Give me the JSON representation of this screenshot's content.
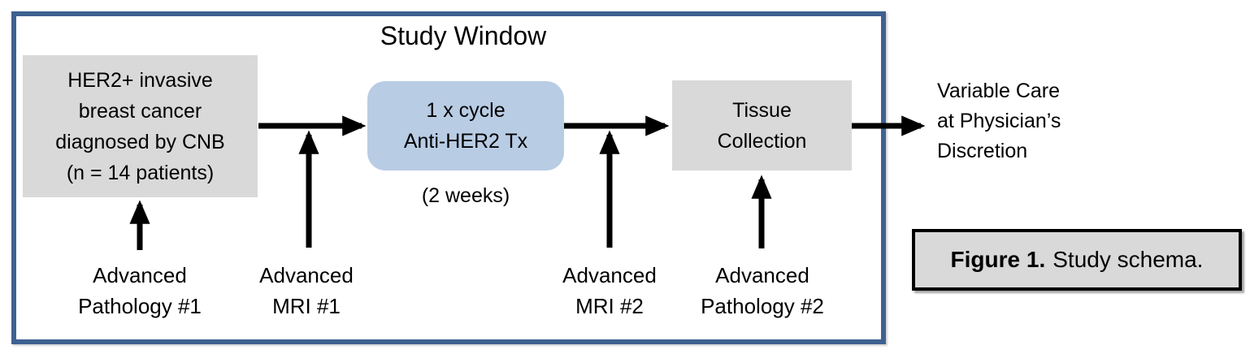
{
  "diagram": {
    "title": "Study Window",
    "nodes": {
      "cohort": {
        "line1": "HER2+ invasive",
        "line2": "breast cancer",
        "line3": "diagnosed by CNB",
        "line4": "(n = 14 patients)"
      },
      "treatment": {
        "line1": "1 x cycle",
        "line2": "Anti-HER2 Tx",
        "duration": "(2 weeks)"
      },
      "tissue": {
        "line1": "Tissue",
        "line2": "Collection"
      },
      "outcome": {
        "line1": "Variable Care",
        "line2": "at Physician’s",
        "line3": "Discretion"
      }
    },
    "timepoints": [
      {
        "line1": "Advanced",
        "line2": "Pathology #1"
      },
      {
        "line1": "Advanced",
        "line2": "MRI #1"
      },
      {
        "line1": "Advanced",
        "line2": "MRI #2"
      },
      {
        "line1": "Advanced",
        "line2": "Pathology #2"
      }
    ],
    "caption": {
      "label": "Figure 1.",
      "text": "Study schema."
    },
    "colors": {
      "window_border": "#3E6191",
      "treatment_fill": "#B8CCE4",
      "node_fill": "#D9D9D9",
      "caption_border": "#000000",
      "arrow": "#000000"
    }
  }
}
